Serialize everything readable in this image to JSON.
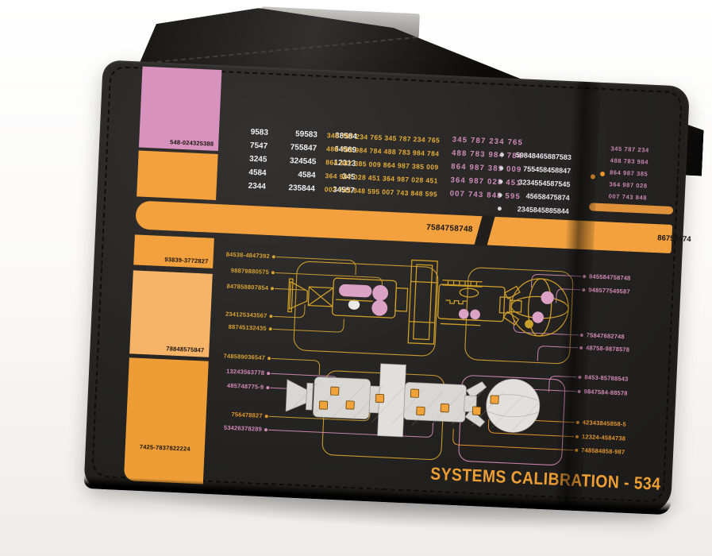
{
  "product": {
    "description": "black bifold wallet with LCARS style systems calibration print"
  },
  "wallet": {
    "pink_block_number": "548-024325388",
    "band_number_left": "7584758748",
    "band_number_right": "86754474",
    "left_block_labels": [
      "93839-3772827",
      "78848575847",
      "7425-7837822224"
    ],
    "white_grid": [
      [
        "9583",
        "59583",
        "88584"
      ],
      [
        "7547",
        "755847",
        "64569"
      ],
      [
        "3245",
        "324545",
        "12313"
      ],
      [
        "4584",
        "4584",
        "345"
      ],
      [
        "2344",
        "235844",
        "34557"
      ]
    ],
    "yellow_grid": [
      "345 787 234 765 345 787 234 765",
      "488 783 984 784 488 783 984 784",
      "864 987 385 009 864 987 385 009",
      "364 987 028 451 364 987 028 451",
      "007 743 848 595 007 743 848 595"
    ],
    "pink_grid": [
      "345 787 234 765",
      "488 783 984 784",
      "864 987 385 009",
      "364 987 028 451",
      "007 743 848 595"
    ],
    "bullet_numbers": [
      "59848465887583",
      "755458458847",
      "3234554587545",
      "45658475874",
      "2345845885844"
    ],
    "fold_grid": [
      "345 787 234",
      "488 783 984",
      "864 987 385",
      "364 987 028",
      "007 743 848"
    ],
    "callout_left_top": [
      "84538-4847392",
      "98879880575",
      "847858807854",
      "234125343567",
      "88745132435"
    ],
    "callout_left_bottom": [
      "748589036547",
      "13243563778",
      "485748775-9",
      "756478827",
      "53426378289"
    ],
    "callout_right": [
      "845584758748",
      "948577549587",
      "75847682748",
      "48758-9878578",
      "8453-85788543",
      "9847584-88578",
      "42343845858-5",
      "12324-4584738",
      "748584858-987"
    ],
    "title": "SYSTEMS CALIBRATION - 534"
  },
  "colors": {
    "orange": "#f2a13e",
    "orange_light": "#f7b469",
    "pink_block": "#d792be",
    "pink_text": "#d38ab8",
    "gold_text": "#d8a233",
    "white_text": "#eef0f4",
    "title_orange": "#ee9e33",
    "leather": "#232220"
  }
}
